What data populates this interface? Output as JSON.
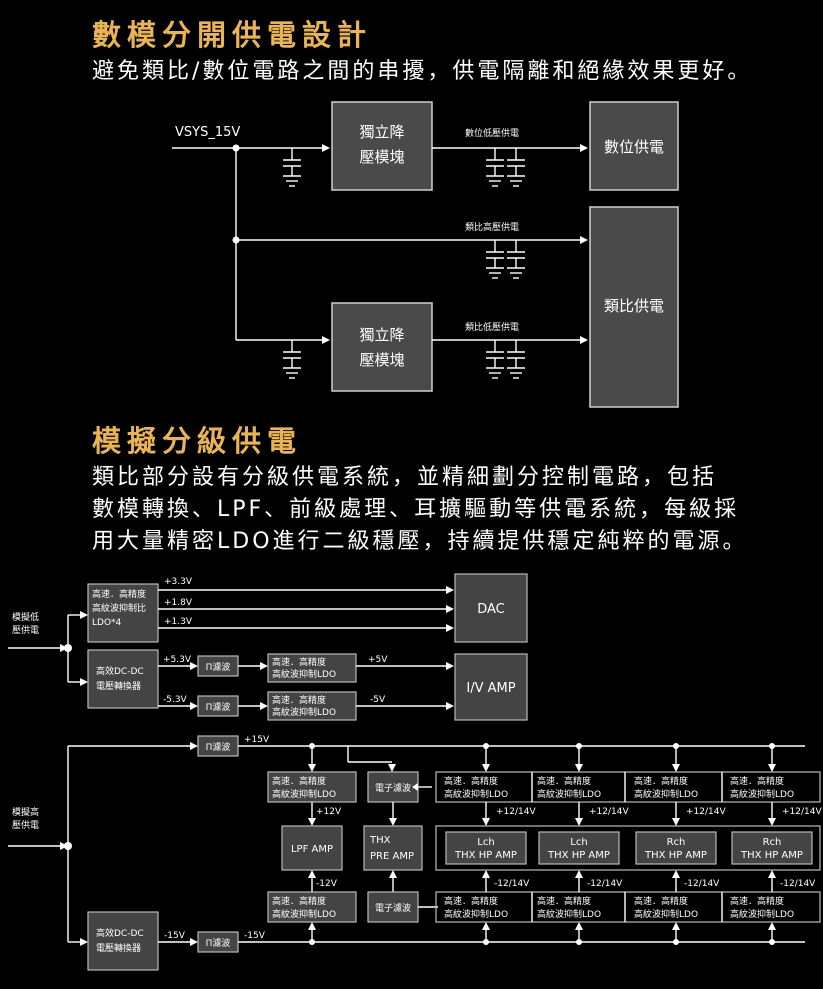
{
  "section1": {
    "title": "數模分開供電設計",
    "desc": "避免類比/數位電路之間的串擾，供電隔離和絕緣效果更好。"
  },
  "diagram1": {
    "vsys": "VSYS_15V",
    "buck_top": [
      "獨立降",
      "壓模塊"
    ],
    "buck_bottom": [
      "獨立降",
      "壓模塊"
    ],
    "digital_low": "數位低壓供電",
    "analog_high": "類比高壓供電",
    "analog_low": "類比低壓供電",
    "digital_supply": "數位供電",
    "analog_supply": "類比供電"
  },
  "section2": {
    "title": "模擬分級供電",
    "desc": [
      "類比部分設有分級供電系統，並精細劃分控制電路，包括",
      "數模轉換、LPF、前級處理、耳擴驅動等供電系統，每級採",
      "用大量精密LDO進行二級穩壓，持續提供穩定純粹的電源。"
    ]
  },
  "diagram2": {
    "low_input": [
      "模擬低",
      "壓供電"
    ],
    "high_input": [
      "模擬高",
      "壓供電"
    ],
    "ldo4": [
      "高速．高精度",
      "高紋波抑制比",
      "LDO*4"
    ],
    "v33": "+3.3V",
    "v18": "+1.8V",
    "v13": "+1.3V",
    "dac": "DAC",
    "dcdc": [
      "高效DC-DC",
      "電壓轉換器"
    ],
    "p53": "+5.3V",
    "m53": "-5.3V",
    "pifilter": "Π濾波",
    "ldo": [
      "高速．高精度",
      "高紋波抑制LDO"
    ],
    "p5": "+5V",
    "m5": "-5V",
    "iv_amp": "I/V  AMP",
    "p15": "+15V",
    "m15": "-15V",
    "p12": "+12V",
    "m12": "-12V",
    "lpf": "LPF AMP",
    "thx": [
      "THX",
      "PRE AMP"
    ],
    "emi": "電子濾波",
    "p1214": "+12/14V",
    "m1214": "-12/14V",
    "hp": [
      {
        "ch": "Lch",
        "amp": "THX HP AMP"
      },
      {
        "ch": "Lch",
        "amp": "THX HP AMP"
      },
      {
        "ch": "Rch",
        "amp": "THX HP AMP"
      },
      {
        "ch": "Rch",
        "amp": "THX HP AMP"
      }
    ]
  }
}
